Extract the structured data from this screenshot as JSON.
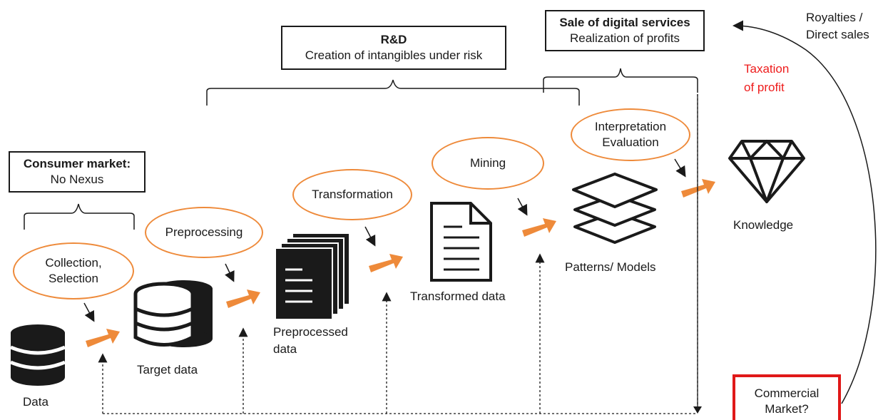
{
  "boxes": {
    "rd": {
      "title": "R&D",
      "subtitle": "Creation of intangibles under risk"
    },
    "sale": {
      "title": "Sale of digital services",
      "subtitle": "Realization of profits"
    },
    "consumer": {
      "title": "Consumer market:",
      "subtitle": "No Nexus"
    }
  },
  "steps": {
    "collection": [
      "Collection,",
      "Selection"
    ],
    "preprocessing": "Preprocessing",
    "transformation": "Transformation",
    "mining": "Mining",
    "interpretation": [
      "Interpretation",
      "Evaluation"
    ]
  },
  "stages": {
    "data": "Data",
    "target": "Target data",
    "preprocessed": [
      "Preprocessed",
      "data"
    ],
    "transformed": "Transformed data",
    "patterns": "Patterns/ Models",
    "knowledge": "Knowledge"
  },
  "royalties": [
    "Royalties /",
    "Direct sales"
  ],
  "taxation": [
    "Taxation",
    "of profit"
  ],
  "market": [
    "Commercial",
    "Market?"
  ],
  "colors": {
    "arrow": "#ee8a3a",
    "ellipse": "#ee8a3a",
    "taxation": "#ee1c1c",
    "market_border": "#e01818"
  },
  "icons": [
    "database-icon",
    "stacked-database-icon",
    "documents-stack-icon",
    "document-icon",
    "layers-icon",
    "diamond-icon"
  ]
}
